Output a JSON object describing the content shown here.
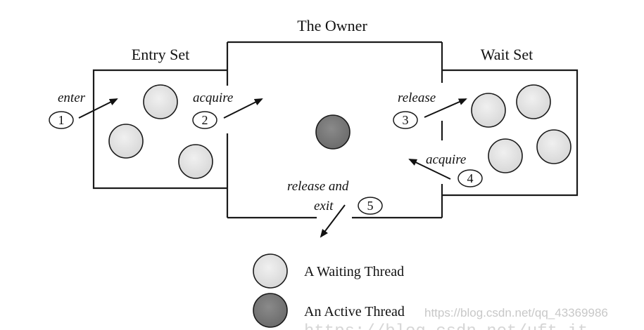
{
  "regions": {
    "entry_set": "Entry Set",
    "owner": "The Owner",
    "wait_set": "Wait Set"
  },
  "steps": [
    {
      "number": "1",
      "label": "enter"
    },
    {
      "number": "2",
      "label": "acquire"
    },
    {
      "number": "3",
      "label": "release"
    },
    {
      "number": "4",
      "label": "acquire"
    },
    {
      "number": "5",
      "label_line1": "release and",
      "label_line2": "exit"
    }
  ],
  "legend": {
    "waiting": "A Waiting Thread",
    "active": "An Active Thread"
  },
  "watermark": {
    "line1": "https://blog.csdn.net/qq_43369986",
    "line2": "https://blog.csdn.net/uft.it"
  },
  "colors": {
    "waiting_thread": "#e3e3e3",
    "active_thread": "#7d7d7d",
    "outline": "#1a1a1a"
  }
}
